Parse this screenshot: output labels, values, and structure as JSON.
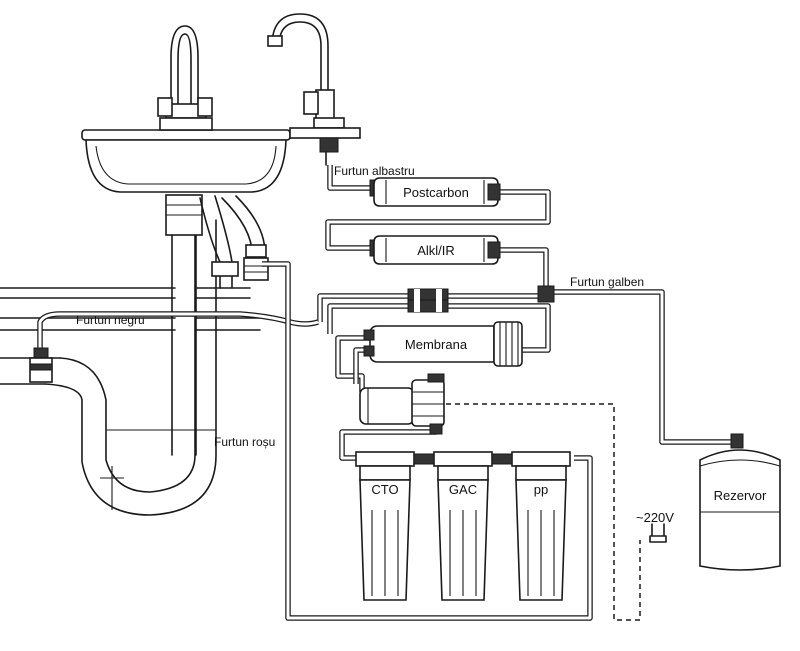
{
  "labels": {
    "furtun_albastru": "Furtun albastru",
    "postcarbon": "Postcarbon",
    "alkl_ir": "Alkl/IR",
    "furtun_galben": "Furtun galben",
    "furtun_negru": "Furtun negru",
    "membrana": "Membrana",
    "furtun_rosu": "Furtun roșu",
    "cto": "CTO",
    "gac": "GAC",
    "pp": "pp",
    "voltage": "~220V",
    "rezervor": "Rezervor"
  }
}
